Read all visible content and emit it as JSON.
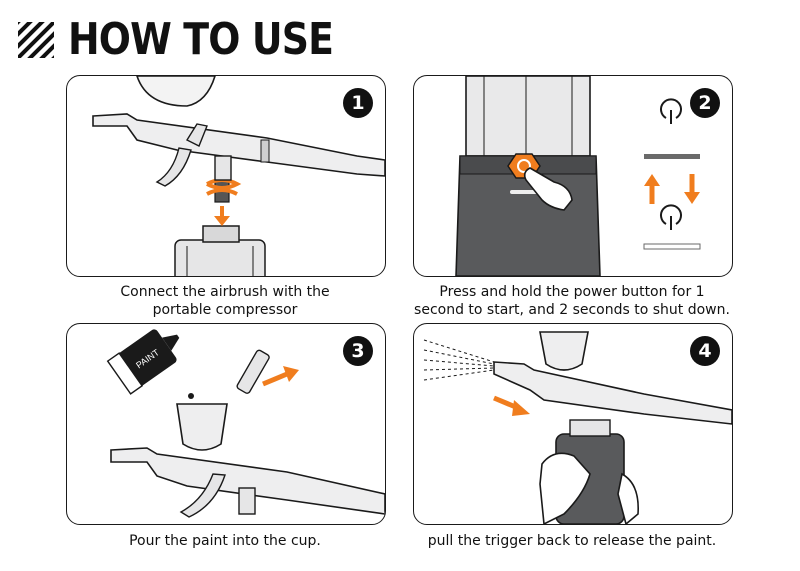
{
  "title": "HOW TO USE",
  "steps": [
    {
      "number": "1",
      "caption": "Connect the airbrush with the\nportable compressor"
    },
    {
      "number": "2",
      "caption": "Press and hold the power button for 1\nsecond to start, and 2 seconds to shut down."
    },
    {
      "number": "3",
      "caption": "Pour the paint into the cup.",
      "bottle_label": "PAINT"
    },
    {
      "number": "4",
      "caption": "pull the trigger back to release the paint."
    }
  ],
  "colors": {
    "accent": "#f07d1e",
    "ink": "#1a1a1a",
    "body_gray": "#595a5c",
    "metal": "#e9e9ea"
  },
  "icons": [
    "hatch-icon",
    "power-icon",
    "arrow-up-icon",
    "arrow-down-icon",
    "arrow-right-icon"
  ]
}
